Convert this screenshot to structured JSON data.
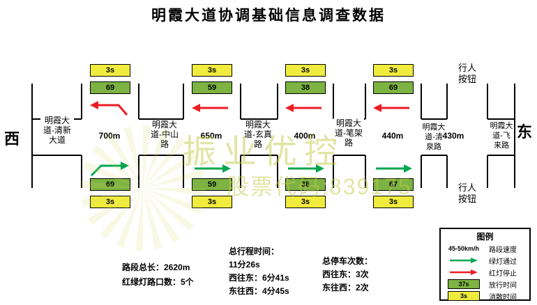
{
  "title": "明霞大道协调基础信息调查数据",
  "compass": {
    "west": "西",
    "east": "东"
  },
  "watermark": {
    "brand": "振业优控",
    "stock": "股票代码:839175"
  },
  "road": {
    "intersections": [
      {
        "label": "明霞大道-清新大道"
      },
      {
        "label": "明霞大道-中山路"
      },
      {
        "label": "明霞大道-玄真路"
      },
      {
        "label": "明霞大道-笔架路"
      },
      {
        "label": "明霞大道-清泉路"
      },
      {
        "label": "明霞大道-飞来路"
      }
    ],
    "distances": [
      "700m",
      "650m",
      "400m",
      "440m",
      "430m"
    ],
    "pedestrian_button_top": "行人按钮",
    "pedestrian_button_bottom": "行人按钮"
  },
  "signals": {
    "top": [
      {
        "clearance": "3s",
        "green_time": "69"
      },
      {
        "clearance": "3s",
        "green_time": "59"
      },
      {
        "clearance": "3s",
        "green_time": "38"
      },
      {
        "clearance": "3s",
        "green_time": "69"
      }
    ],
    "bottom": [
      {
        "clearance": "3s",
        "green_time": "69"
      },
      {
        "clearance": "3s",
        "green_time": "59"
      },
      {
        "clearance": "3s",
        "green_time": "38"
      },
      {
        "clearance": "3s",
        "green_time": "67"
      }
    ]
  },
  "stats": {
    "segment_length": "路段总长：2620m",
    "signal_count": "红绿灯路口数：5个",
    "travel_title": "总行程时间：",
    "travel_total": "11分26s",
    "travel_wte": "西往东：6分41s",
    "travel_etw": "东往西：4分45s",
    "stops_title": "总停车次数：",
    "stops_wte": "西往东：3次",
    "stops_etw": "东往西：2次"
  },
  "legend": {
    "title": "图例",
    "speed_value": "45-50km/h",
    "speed_label": "路段速度",
    "green_arrow_label": "绿灯通过",
    "red_arrow_label": "红灯停止",
    "release_value": "37s",
    "release_label": "放行时间",
    "clearance_value": "3s",
    "clearance_label": "消散时间"
  },
  "colors": {
    "green_box": "#7CB342",
    "yellow_box": "#F0EC3E",
    "red_arrow": "#EC1C24",
    "green_arrow": "#00A651",
    "watermark": "#C2CC4D"
  }
}
